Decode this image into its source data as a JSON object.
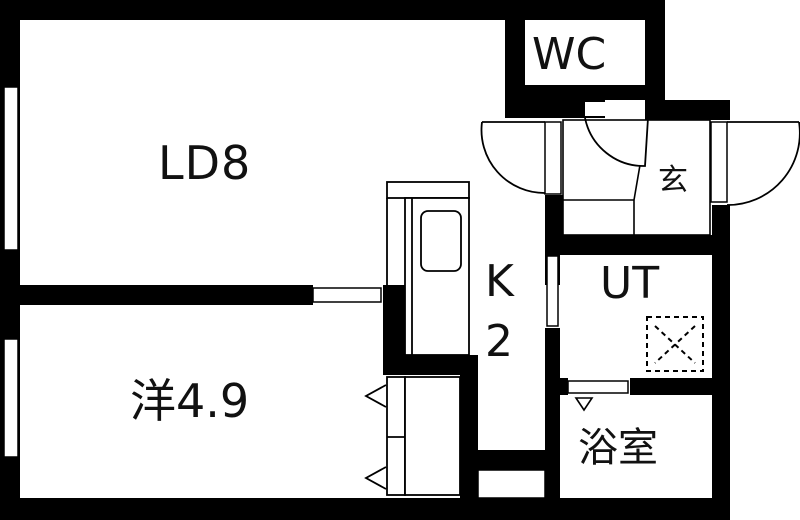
{
  "floor_plan": {
    "rooms": {
      "living_dining": {
        "label": "LD8",
        "type": "LD",
        "size_jo": "8"
      },
      "toilet": {
        "label": "WC"
      },
      "entrance": {
        "label": "玄"
      },
      "utility": {
        "label": "UT"
      },
      "western_room": {
        "label": "洋4.9",
        "type": "洋",
        "size_jo": "4.9"
      },
      "bathroom": {
        "label": "浴室"
      },
      "kitchen": {
        "label_line1": "K",
        "label_line2": "2",
        "size_jo": "2"
      }
    },
    "colors": {
      "wall": "#000000",
      "background": "#ffffff",
      "line": "#111111"
    }
  }
}
